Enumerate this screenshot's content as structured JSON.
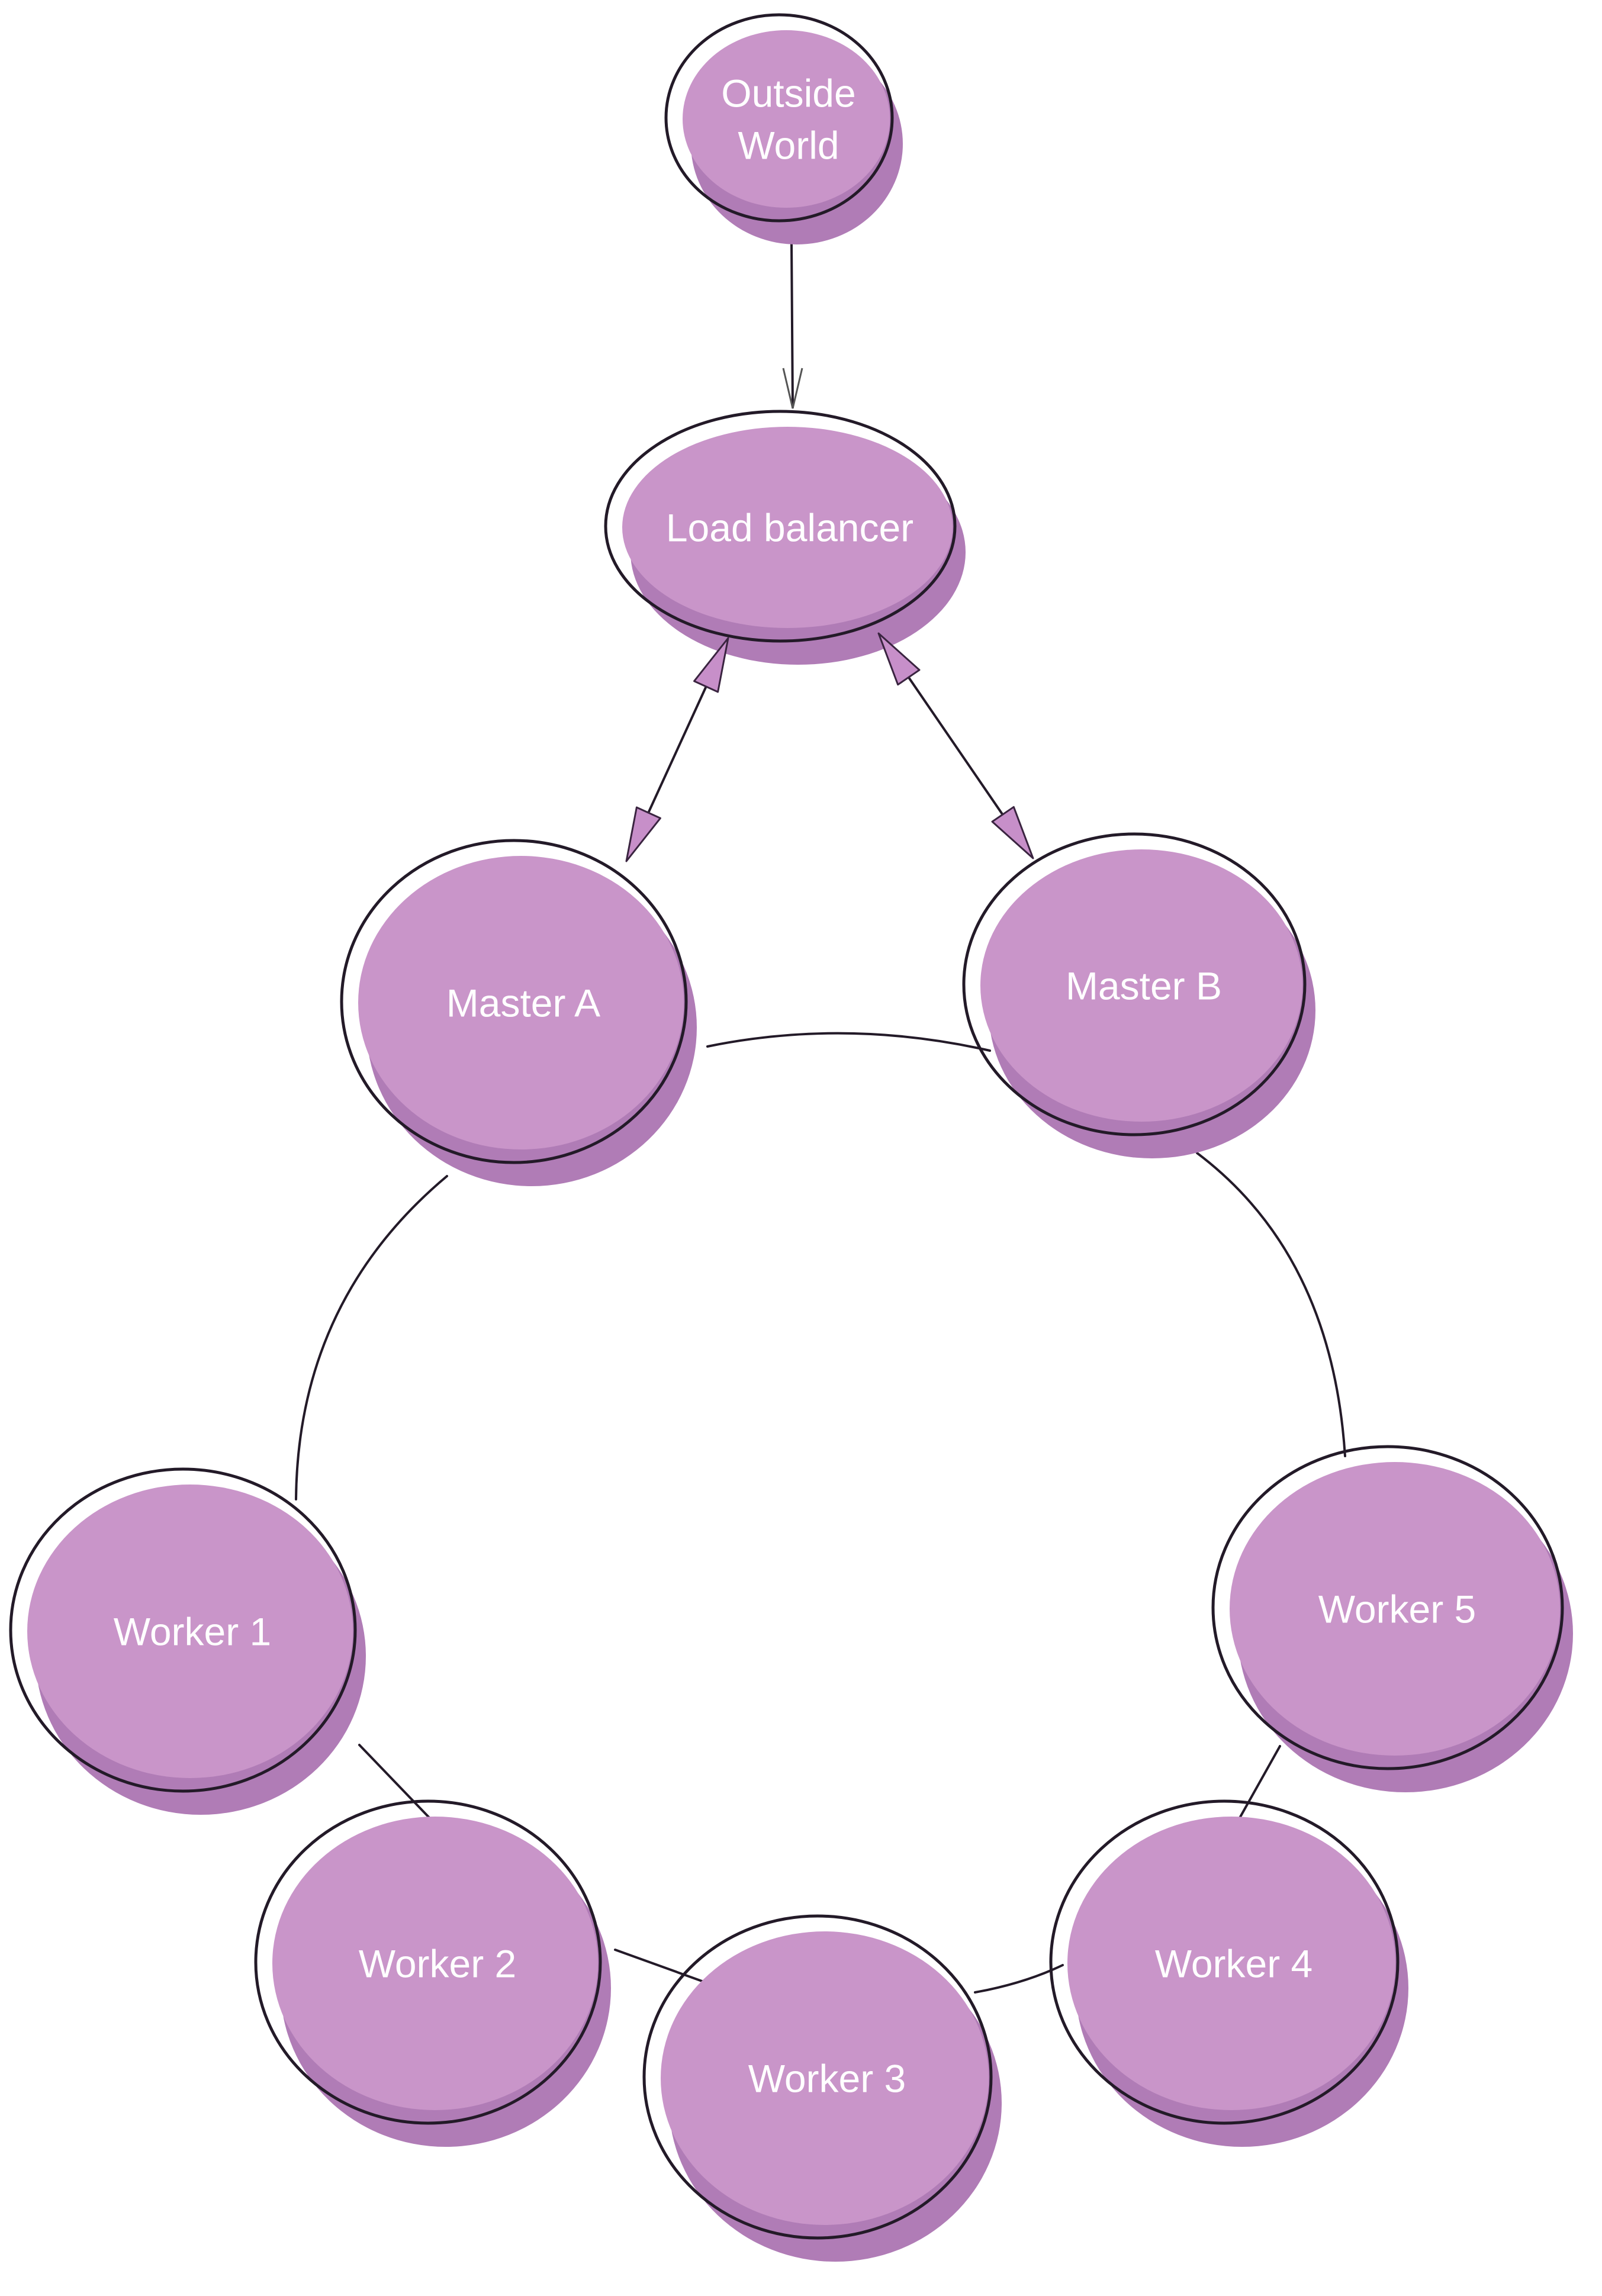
{
  "colors": {
    "node_fill": "#c995c9",
    "node_shadow": "#b07cb6",
    "outline": "#231a28",
    "arrow_fill": "#c78fc9",
    "label": "#ffffff"
  },
  "nodes": [
    {
      "id": "outside-world",
      "label_lines": [
        "Outside",
        "World"
      ]
    },
    {
      "id": "load-balancer",
      "label_lines": [
        "Load balancer"
      ]
    },
    {
      "id": "master-a",
      "label_lines": [
        "Master A"
      ]
    },
    {
      "id": "master-b",
      "label_lines": [
        "Master B"
      ]
    },
    {
      "id": "worker-1",
      "label_lines": [
        "Worker 1"
      ]
    },
    {
      "id": "worker-2",
      "label_lines": [
        "Worker 2"
      ]
    },
    {
      "id": "worker-3",
      "label_lines": [
        "Worker 3"
      ]
    },
    {
      "id": "worker-4",
      "label_lines": [
        "Worker 4"
      ]
    },
    {
      "id": "worker-5",
      "label_lines": [
        "Worker 5"
      ]
    }
  ],
  "edges": [
    {
      "from": "outside-world",
      "to": "load-balancer",
      "arrow": "end"
    },
    {
      "from": "load-balancer",
      "to": "master-a",
      "arrow": "both"
    },
    {
      "from": "load-balancer",
      "to": "master-b",
      "arrow": "both"
    },
    {
      "from": "master-a",
      "to": "master-b",
      "arrow": "none"
    },
    {
      "from": "master-a",
      "to": "worker-1",
      "arrow": "none"
    },
    {
      "from": "master-b",
      "to": "worker-5",
      "arrow": "none"
    },
    {
      "from": "worker-1",
      "to": "worker-2",
      "arrow": "none"
    },
    {
      "from": "worker-2",
      "to": "worker-3",
      "arrow": "none"
    },
    {
      "from": "worker-3",
      "to": "worker-4",
      "arrow": "none"
    },
    {
      "from": "worker-4",
      "to": "worker-5",
      "arrow": "none"
    }
  ]
}
